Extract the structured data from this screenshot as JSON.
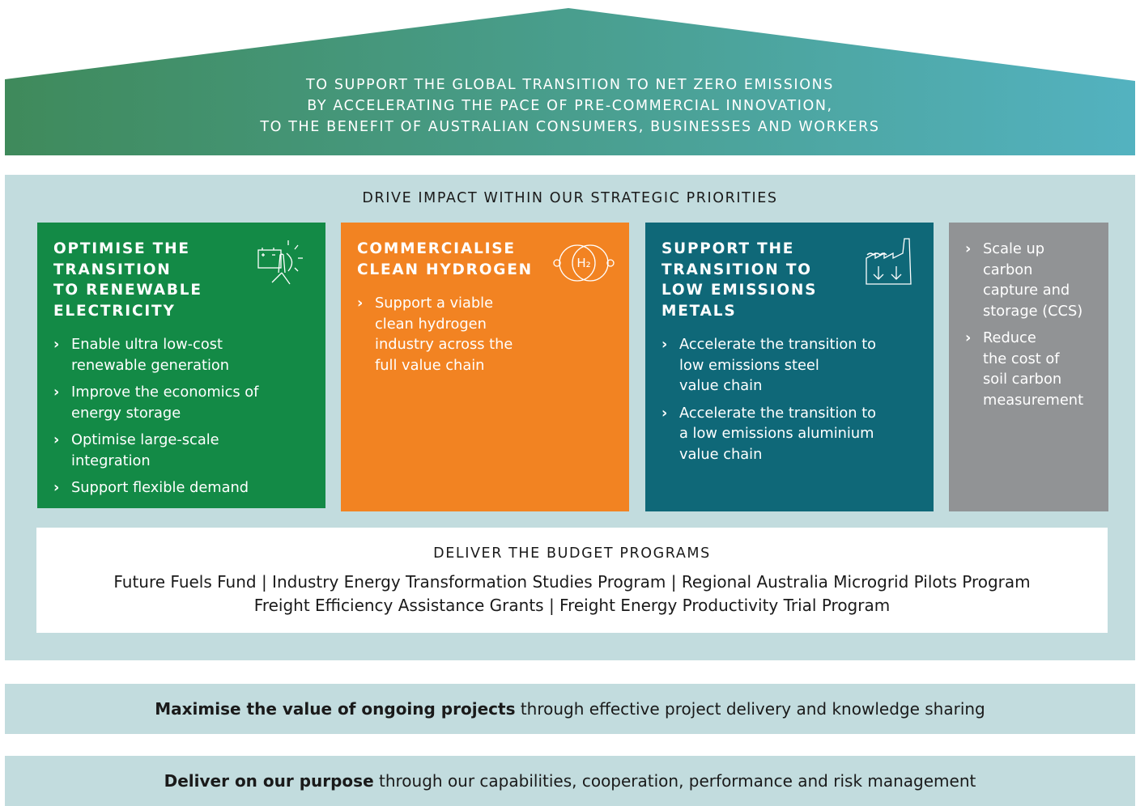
{
  "colors": {
    "roof_left": "#3f8a5b",
    "roof_right": "#53b2c0",
    "house_bg": "#c2dcde",
    "green": "#138a46",
    "orange": "#f28322",
    "teal": "#0f6878",
    "grey": "#919395"
  },
  "mission": {
    "lines": [
      "TO SUPPORT THE GLOBAL TRANSITION TO NET ZERO EMISSIONS",
      "BY ACCELERATING THE PACE OF PRE-COMMERCIAL INNOVATION,",
      "TO THE BENEFIT OF AUSTRALIAN CONSUMERS, BUSINESSES AND WORKERS"
    ]
  },
  "priorities": {
    "title": "DRIVE IMPACT WITHIN OUR STRATEGIC PRIORITIES",
    "boxes": [
      {
        "title_lines": [
          "OPTIMISE THE",
          "TRANSITION",
          "TO RENEWABLE",
          "ELECTRICITY"
        ],
        "icon": "battery-wind-turbine-icon",
        "bullets": [
          [
            "Enable ultra low-cost",
            "renewable generation"
          ],
          [
            "Improve the economics of",
            "energy storage"
          ],
          [
            "Optimise large-scale",
            "integration"
          ],
          [
            "Support flexible demand"
          ]
        ]
      },
      {
        "title_lines": [
          "COMMERCIALISE",
          "CLEAN HYDROGEN"
        ],
        "icon": "hydrogen-molecule-icon",
        "icon_text": "H₂",
        "bullets": [
          [
            "Support a viable",
            "clean hydrogen",
            "industry across the",
            "full value chain"
          ]
        ]
      },
      {
        "title_lines": [
          "SUPPORT THE",
          "TRANSITION TO",
          "LOW EMISSIONS",
          "METALS"
        ],
        "icon": "factory-emissions-icon",
        "bullets": [
          [
            "Accelerate the transition to",
            "low emissions steel",
            "value chain"
          ],
          [
            "Accelerate the transition to",
            "a low emissions aluminium",
            "value chain"
          ]
        ]
      },
      {
        "title_lines": [],
        "bullets": [
          [
            "Scale up",
            "carbon",
            "capture and",
            "storage (CCS)"
          ],
          [
            "Reduce",
            "the cost of",
            "soil carbon",
            "measurement"
          ]
        ]
      }
    ]
  },
  "budget": {
    "title": "DELIVER THE BUDGET PROGRAMS",
    "lines": [
      "Future Fuels Fund | Industry Energy Transformation Studies Program | Regional Australia Microgrid Pilots Program",
      "Freight Efficiency Assistance Grants | Freight Energy Productivity Trial Program"
    ]
  },
  "bands": [
    {
      "bold": "Maximise the value of ongoing projects",
      "rest": " through effective project delivery and knowledge sharing"
    },
    {
      "bold": "Deliver on our purpose",
      "rest": " through our capabilities, cooperation, performance and risk management"
    }
  ]
}
